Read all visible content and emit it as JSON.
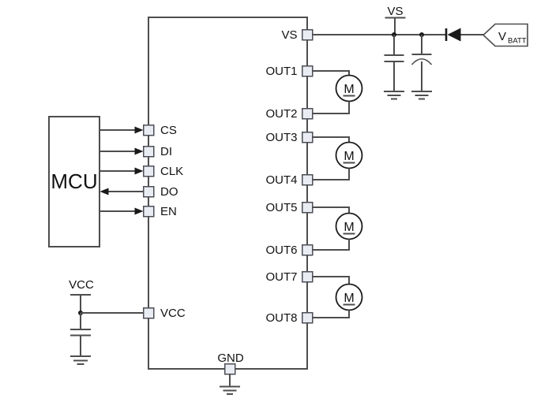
{
  "mcu": {
    "label": "MCU"
  },
  "ic": {
    "left_pins": [
      {
        "label": "CS",
        "signal_direction": "mcu-to-ic"
      },
      {
        "label": "DI",
        "signal_direction": "mcu-to-ic"
      },
      {
        "label": "CLK",
        "signal_direction": "mcu-to-ic"
      },
      {
        "label": "DO",
        "signal_direction": "ic-to-mcu"
      },
      {
        "label": "EN",
        "signal_direction": "mcu-to-ic"
      }
    ],
    "power_pins": {
      "vs": "VS",
      "vcc": "VCC",
      "gnd": "GND"
    },
    "output_pins": [
      "OUT1",
      "OUT2",
      "OUT3",
      "OUT4",
      "OUT5",
      "OUT6",
      "OUT7",
      "OUT8"
    ]
  },
  "nets": {
    "vs_label": "VS",
    "vcc_label": "VCC",
    "vbatt_main": "V",
    "vbatt_sub": "BATT"
  },
  "motors": [
    "M",
    "M",
    "M",
    "M"
  ],
  "colors": {
    "wire": "#4d4d4d",
    "pin_fill": "#e9ecf2",
    "pin_border": "#4b4e55",
    "text": "#111111",
    "solid_black": "#1a1a1a",
    "background": "#ffffff"
  }
}
